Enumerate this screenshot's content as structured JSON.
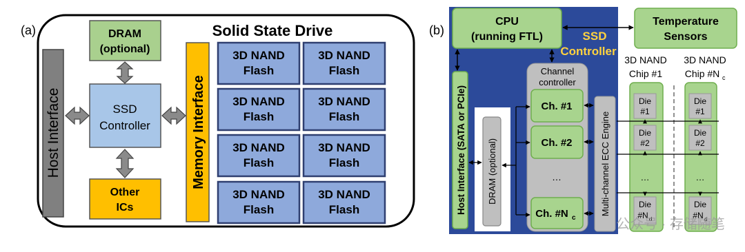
{
  "panel_a": {
    "label": "(a)",
    "title": "Solid State Drive",
    "host_interface": "Host Interface",
    "memory_interface": "Memory Interface",
    "dram": [
      "DRAM",
      "(optional)"
    ],
    "ssd_controller": [
      "SSD",
      "Controller"
    ],
    "other_ics": [
      "Other",
      "ICs"
    ],
    "flash_label": [
      "3D NAND",
      "Flash"
    ],
    "flash_count": 8
  },
  "panel_b": {
    "label": "(b)",
    "cpu": [
      "CPU",
      "(running FTL)"
    ],
    "temperature_sensors": [
      "Temperature",
      "Sensors"
    ],
    "ssd_controller": [
      "SSD",
      "Controller"
    ],
    "host_interface": "Host Interface (SATA or PCIe)",
    "dram": "DRAM (optional)",
    "channel_controller": [
      "Channel",
      "controller"
    ],
    "channels": [
      "Ch. #1",
      "Ch. #2",
      "…",
      "Ch. #N"
    ],
    "channel_last_sub": "c",
    "ecc_engine": "Multi-channel ECC Engine",
    "chip_1": [
      "3D NAND",
      "Chip #1"
    ],
    "chip_n": [
      "3D NAND",
      "Chip #N"
    ],
    "chip_n_sub": "c",
    "dies": [
      [
        "Die",
        "#1"
      ],
      [
        "Die",
        "#2"
      ],
      [
        "Die",
        "#N"
      ]
    ],
    "die_last_sub": "d",
    "die_ellipsis": "…"
  },
  "watermark": "公众号 · 存储随笔",
  "colors": {
    "green_fill": "#a8d48e",
    "green_stroke": "#6fae4e",
    "navy": "#2c4a9a",
    "blue_fill": "#a8c6e8",
    "orange": "#ffbf00",
    "gray": "#808080",
    "flash_fill": "#8ea9db",
    "flash_stroke": "#2f3f70",
    "dram_green": "#a9d08e",
    "yellow_text": "#ffd23f"
  }
}
